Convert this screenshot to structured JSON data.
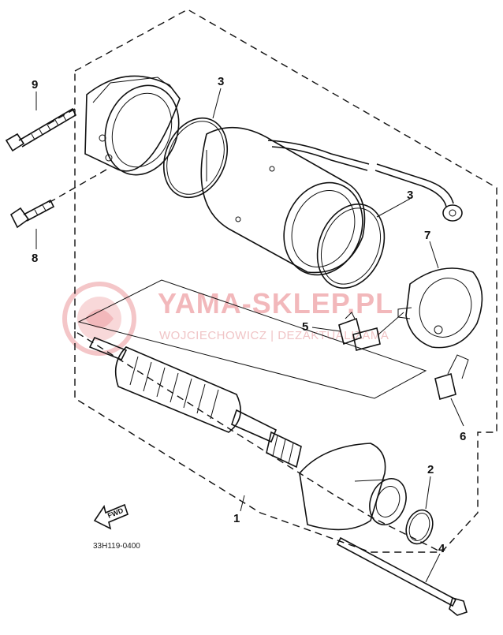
{
  "callouts": [
    {
      "id": "9",
      "label": "9"
    },
    {
      "id": "3a",
      "label": "3"
    },
    {
      "id": "3b",
      "label": "3"
    },
    {
      "id": "7",
      "label": "7"
    },
    {
      "id": "8",
      "label": "8"
    },
    {
      "id": "5",
      "label": "5"
    },
    {
      "id": "6",
      "label": "6"
    },
    {
      "id": "2",
      "label": "2"
    },
    {
      "id": "1",
      "label": "1"
    },
    {
      "id": "4",
      "label": "4"
    }
  ],
  "watermark": {
    "main": "YAMA-SKLEP.PL",
    "sub": "WOJCIECHOWICZ | DEZAKTUALIZAMA"
  },
  "fwd_label": "FWD",
  "reference_code": "33H119-0400",
  "colors": {
    "ink": "#111111",
    "watermark": "#f2b8bb",
    "background": "#ffffff"
  }
}
